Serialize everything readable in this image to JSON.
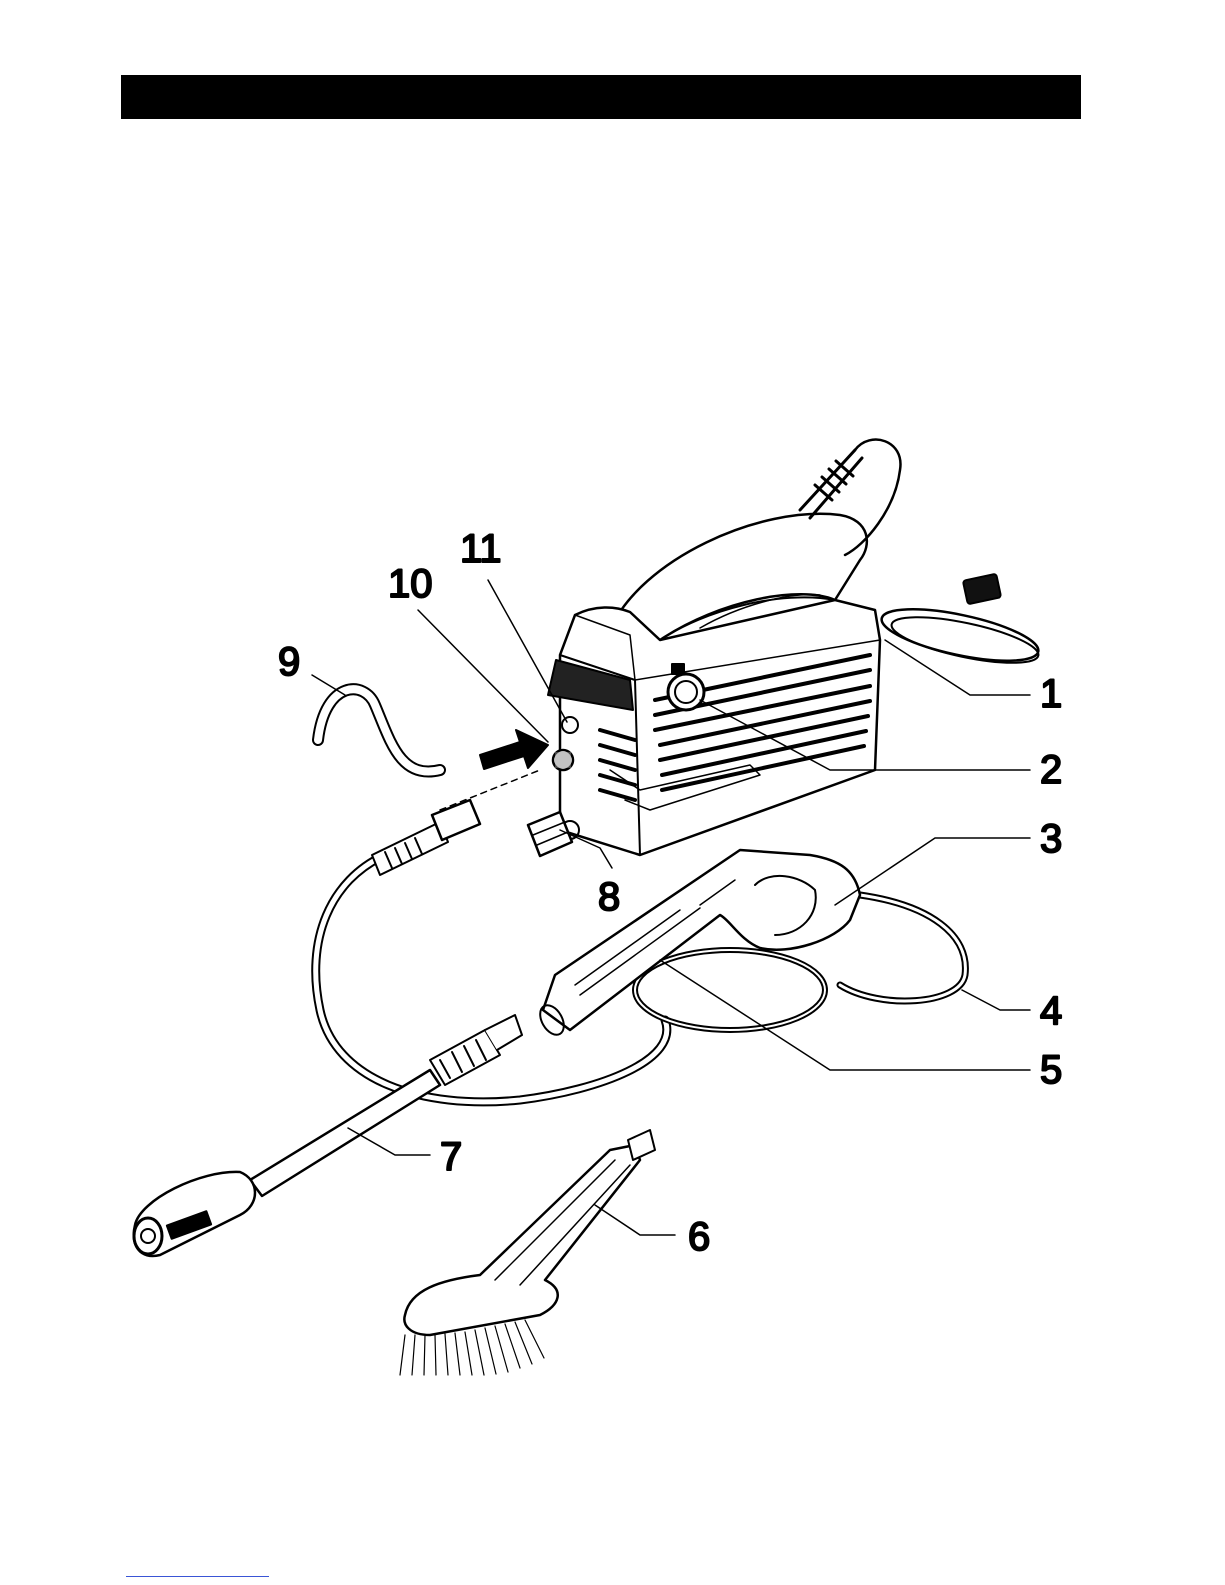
{
  "header_bar": {
    "color": "#000000"
  },
  "callouts": [
    {
      "label": "1"
    },
    {
      "label": "2"
    },
    {
      "label": "3"
    },
    {
      "label": "4"
    },
    {
      "label": "5"
    },
    {
      "label": "6"
    },
    {
      "label": "7"
    },
    {
      "label": "8"
    },
    {
      "label": "9"
    },
    {
      "label": "10"
    },
    {
      "label": "11"
    }
  ],
  "parts": [
    "power-cord",
    "on-off-switch",
    "trigger-gun",
    "high-pressure-hose",
    "spray-lance",
    "wash-brush",
    "extension-lance",
    "water-inlet-connector",
    "suction-hose",
    "detergent-inlet",
    "hose-connector-port"
  ],
  "footer": {
    "link_color": "#3a55d6"
  }
}
